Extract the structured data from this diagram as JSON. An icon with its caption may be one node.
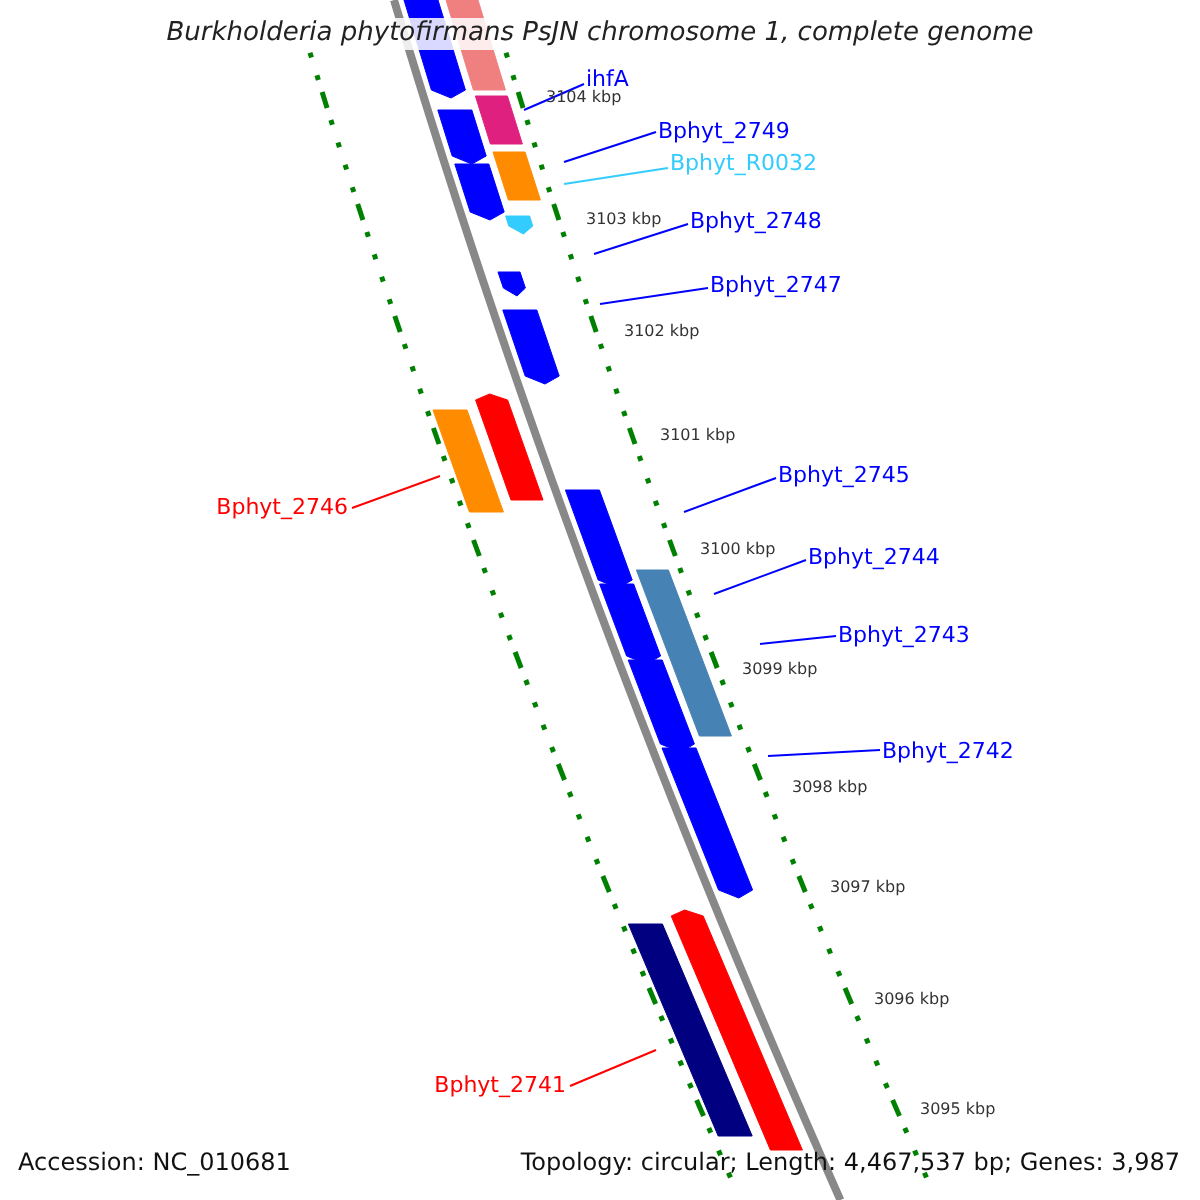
{
  "diagram": {
    "title": "Burkholderia phytofirmans PsJN chromosome 1, complete genome",
    "nodes": [
      {
        "text": [
          "ihfA"
        ]
      },
      {
        "text": [
          "Bphyt_2749"
        ]
      },
      {
        "text": [
          "Bphyt_R0032"
        ]
      },
      {
        "text": [
          "Bphyt_2748"
        ]
      },
      {
        "text": [
          "Bphyt_2747"
        ]
      },
      {
        "text": [
          "Bphyt_2745"
        ]
      },
      {
        "text": [
          "Bphyt_2746"
        ]
      },
      {
        "text": [
          "Bphyt_2744"
        ]
      },
      {
        "text": [
          "Bphyt_2743"
        ]
      },
      {
        "text": [
          "Bphyt_2742"
        ]
      },
      {
        "text": [
          "Bphyt_2741"
        ]
      }
    ],
    "edges": [
      {
        "from": 0,
        "to": null,
        "arrow": "none"
      },
      {
        "from": 1,
        "to": null,
        "arrow": "none"
      },
      {
        "from": 2,
        "to": null,
        "arrow": "none",
        "color": "#33ccff"
      },
      {
        "from": 3,
        "to": null,
        "arrow": "none"
      },
      {
        "from": 4,
        "to": null,
        "arrow": "none"
      },
      {
        "from": 5,
        "to": null,
        "arrow": "none"
      },
      {
        "from": 6,
        "to": null,
        "arrow": "none",
        "color": "#ff0000"
      },
      {
        "from": 7,
        "to": null,
        "arrow": "none"
      },
      {
        "from": 8,
        "to": null,
        "arrow": "none"
      },
      {
        "from": 9,
        "to": null,
        "arrow": "none"
      },
      {
        "from": 10,
        "to": null,
        "arrow": "none",
        "color": "#ff0000"
      }
    ],
    "labels": [
      "3104 kbp",
      "3103 kbp",
      "3102 kbp",
      "3101 kbp",
      "3100 kbp",
      "3099 kbp",
      "3098 kbp",
      "3097 kbp",
      "3096 kbp",
      "3095 kbp",
      "Accession: NC_010681",
      "Topology: circular; Length: 4,467,537 bp; Genes: 3,987"
    ]
  }
}
